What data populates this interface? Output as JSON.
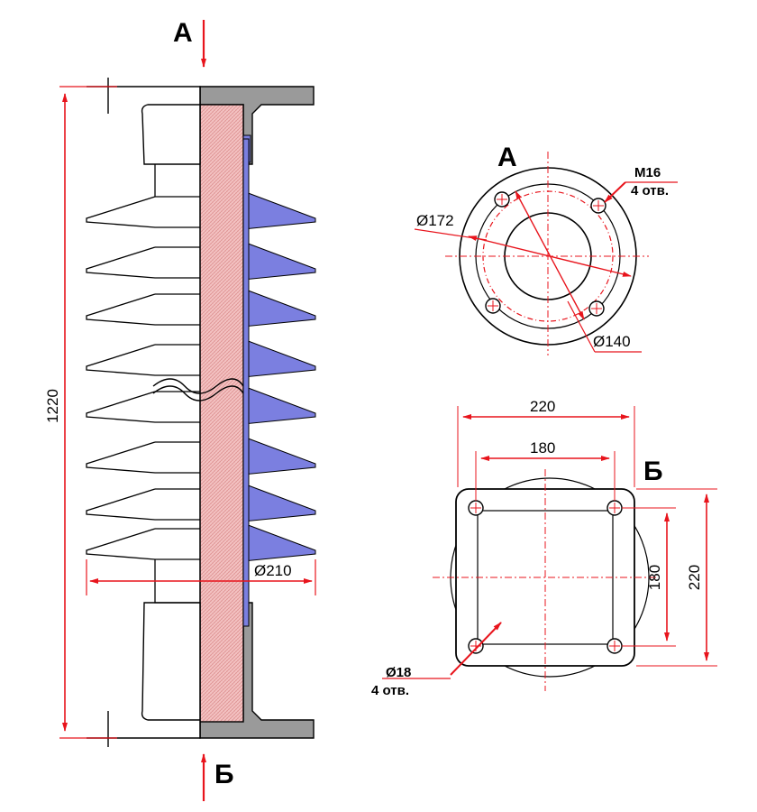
{
  "section_marks": {
    "top": "А",
    "bottom": "Б"
  },
  "view_a": {
    "label": "А",
    "thread": "М16",
    "holes": "4 отв.",
    "outer_diameter": "Ø172",
    "bolt_circle": "Ø140"
  },
  "view_b": {
    "label": "Б",
    "width_outer": "220",
    "width_inner": "180",
    "height_inner": "180",
    "height_outer": "220",
    "hole_diameter": "Ø18",
    "holes": "4 отв."
  },
  "insulator": {
    "total_height": "1220",
    "shed_diameter": "Ø210"
  },
  "colors": {
    "dimension": "#e8141c",
    "core_fill": "#f3b8b8",
    "shed_fill": "#7b7fe0",
    "metal_fill": "#9a9a9a",
    "outline": "#000000"
  }
}
